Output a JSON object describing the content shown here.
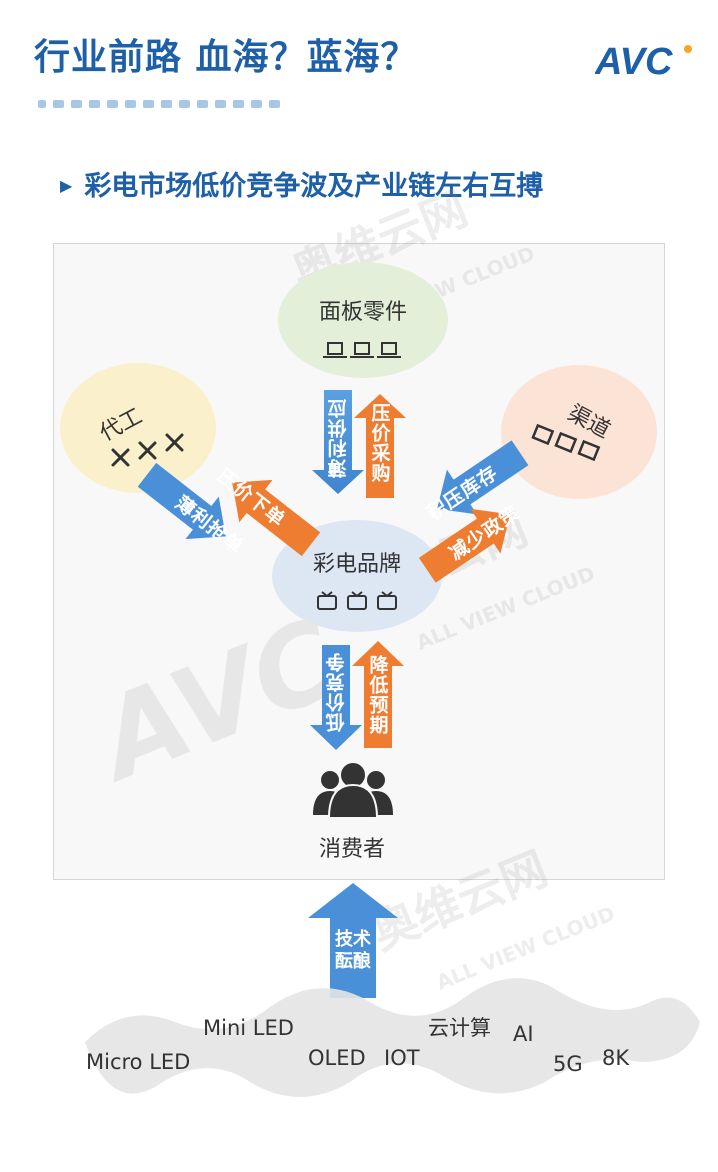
{
  "header": {
    "title": "行业前路 血海？蓝海？",
    "logo_text": "AVC"
  },
  "subtitle": "彩电市场低价竞争波及产业链左右互搏",
  "diagram": {
    "nodes": {
      "panel_parts": "面板零件",
      "oem": "代工",
      "channel": "渠道",
      "brand": "彩电品牌",
      "consumer": "消费者"
    },
    "arrows": {
      "thin_profit_supply": "薄利供应",
      "pressure_purchase": "压价采购",
      "pressure_order": "压价下单",
      "thin_profit_grab": "薄利抢单",
      "stock_pressure": "积压库存",
      "reduce_policy": "减少政策",
      "low_price_compete": "低价竞争",
      "lower_expectation": "降低预期"
    },
    "watermark": "奥维云网",
    "watermark_en": "ALL VIEW CLOUD"
  },
  "tech": {
    "arrow_label_line1": "技术",
    "arrow_label_line2": "酝酿",
    "items": [
      "Mini LED",
      "Micro LED",
      "OLED",
      "IOT",
      "云计算",
      "AI",
      "5G",
      "8K"
    ]
  },
  "colors": {
    "title_blue": "#1d5fa8",
    "arrow_blue": "#4a90d9",
    "arrow_orange": "#ef7d31",
    "panel_green": "#e3efd9",
    "oem_yellow": "#fbf0cc",
    "channel_pink": "#fbe3d6",
    "brand_blue": "#dde7f4"
  }
}
